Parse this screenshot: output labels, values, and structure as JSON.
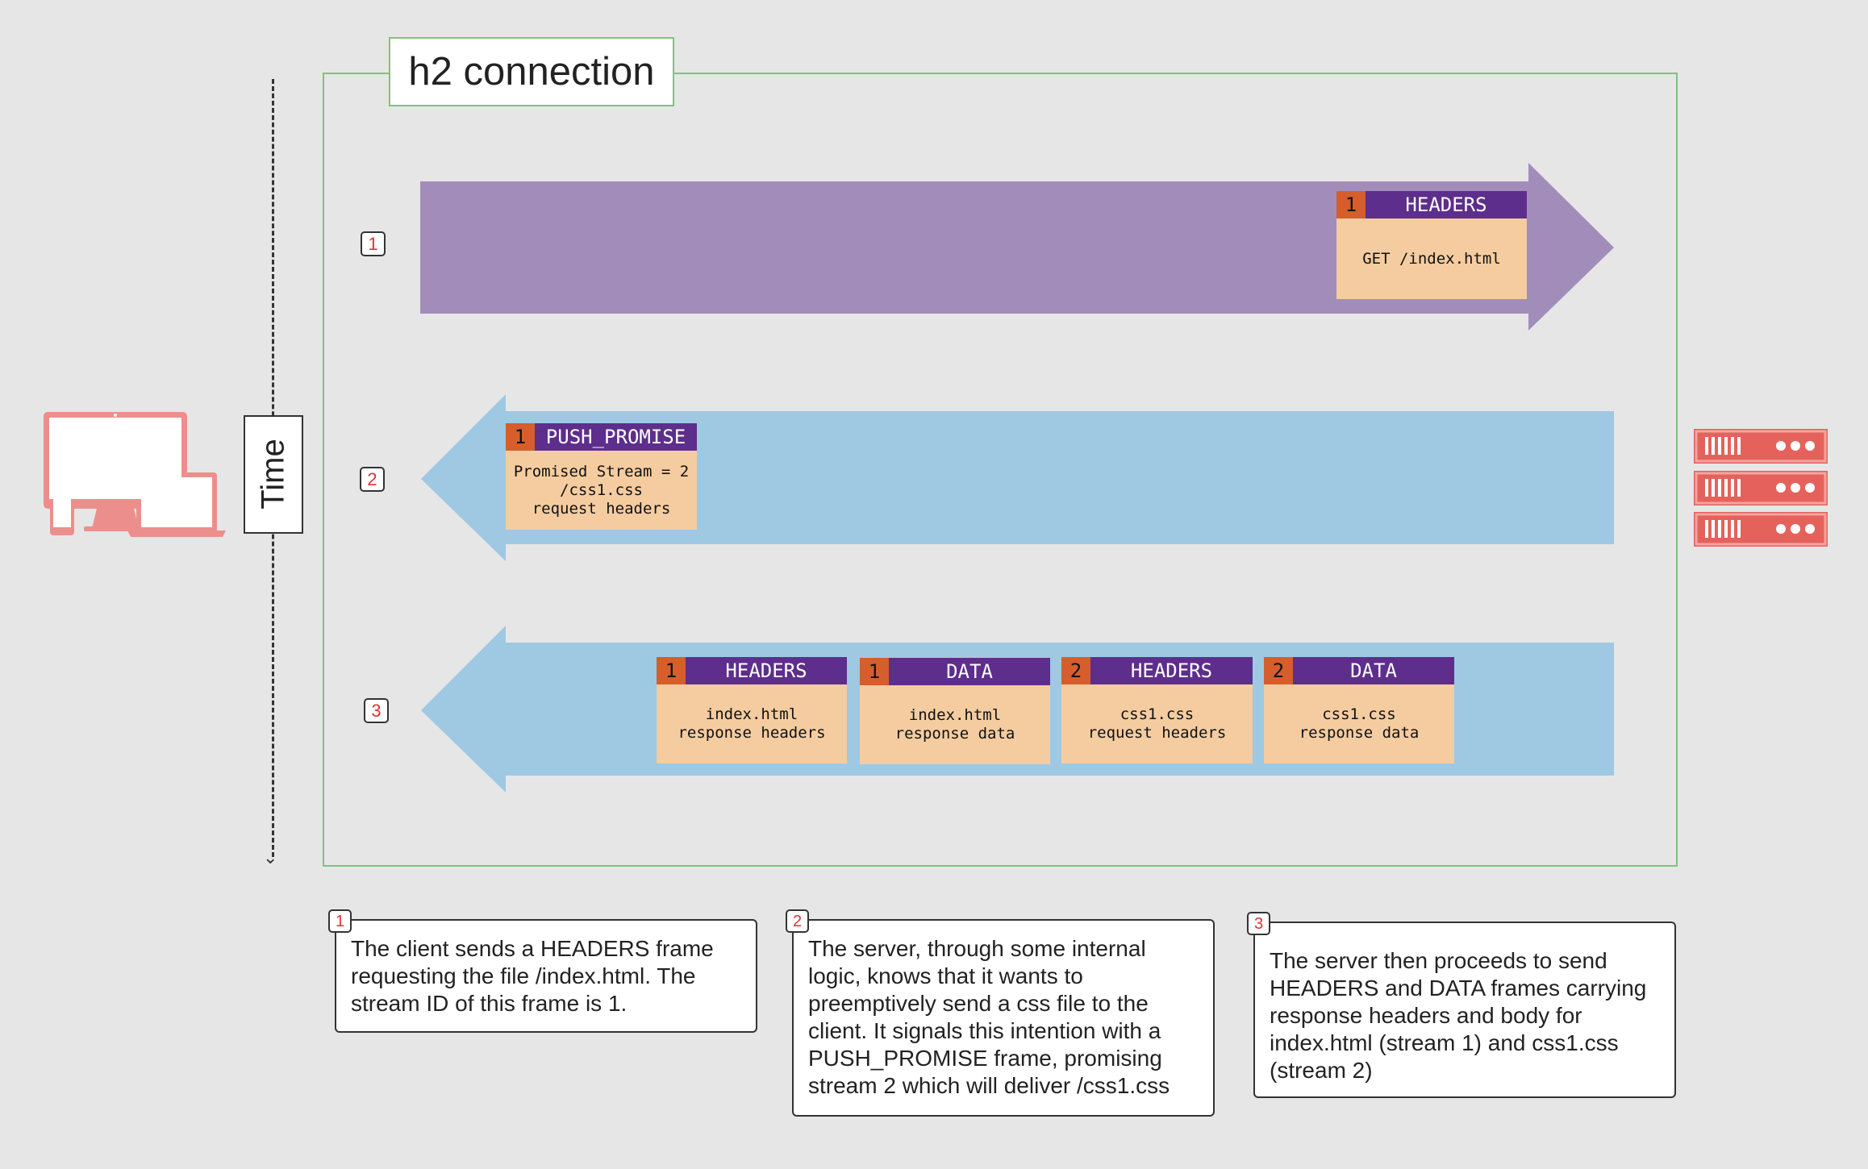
{
  "connection": {
    "title": "h2 connection"
  },
  "timeline": {
    "label": "Time"
  },
  "icons": {
    "client": "client-devices-icon",
    "server": "server-rack-icon"
  },
  "colors": {
    "request_arrow": "#a28dba",
    "response_arrow": "#9fc8e2",
    "frame_header": "#5d2e8c",
    "stream_id": "#d55e2c",
    "frame_body": "#f4cca0",
    "connection_border": "#7dc47d",
    "device": "#ec8f8c",
    "server": "#e5625c"
  },
  "steps": [
    {
      "number": "1",
      "direction": "client-to-server",
      "frames": [
        {
          "stream": "1",
          "type": "HEADERS",
          "content": "GET /index.html"
        }
      ]
    },
    {
      "number": "2",
      "direction": "server-to-client",
      "frames": [
        {
          "stream": "1",
          "type": "PUSH_PROMISE",
          "content": "Promised Stream = 2\n/css1.css\nrequest headers"
        }
      ]
    },
    {
      "number": "3",
      "direction": "server-to-client",
      "frames": [
        {
          "stream": "1",
          "type": "HEADERS",
          "content": "index.html\nresponse headers"
        },
        {
          "stream": "1",
          "type": "DATA",
          "content": "index.html\nresponse data"
        },
        {
          "stream": "2",
          "type": "HEADERS",
          "content": "css1.css\nrequest headers"
        },
        {
          "stream": "2",
          "type": "DATA",
          "content": "css1.css\nresponse data"
        }
      ]
    }
  ],
  "notes": [
    {
      "number": "1",
      "text": "The  client sends a HEADERS frame requesting the file /index.html. The stream ID of this frame is 1."
    },
    {
      "number": "2",
      "text": "The server, through some internal logic, knows that it wants to preemptively send a css file to the client. It signals this intention with a PUSH_PROMISE frame, promising stream 2 which will deliver /css1.css"
    },
    {
      "number": "3",
      "text": "The server then proceeds to send HEADERS and DATA frames carrying response headers and body for index.html (stream 1) and css1.css (stream 2)"
    }
  ]
}
